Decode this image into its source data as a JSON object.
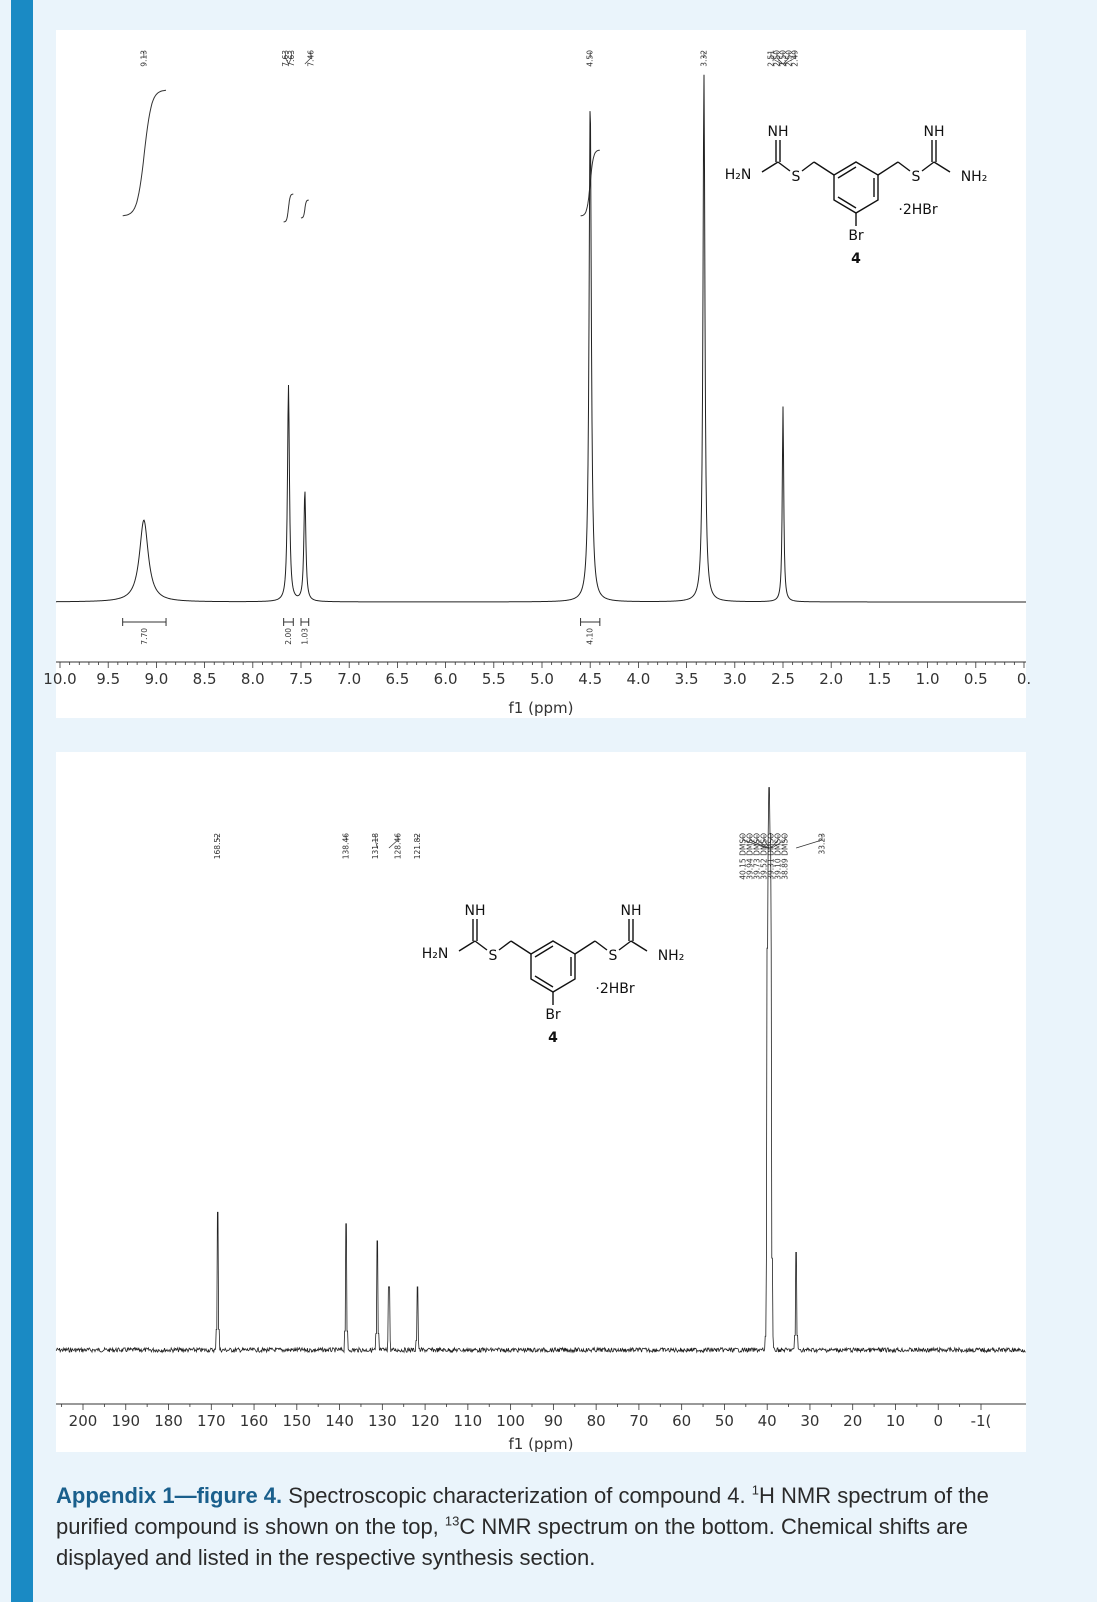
{
  "caption": {
    "lead": "Appendix 1—figure 4.",
    "part1": "Spectroscopic characterization of compound 4. ",
    "sup1": "1",
    "part2": "H NMR spectrum of the purified compound is shown on the top, ",
    "sup2": "13",
    "part3": "C NMR spectrum on the bottom. Chemical shifts are displayed and listed in the respective synthesis section."
  },
  "structure": {
    "nh_left": "NH",
    "nh_right": "NH",
    "h2n": "H₂N",
    "nh2": "NH₂",
    "s_left": "S",
    "s_right": "S",
    "br": "Br",
    "salt": "·2HBr",
    "compound": "4"
  },
  "chart_data": [
    {
      "type": "line",
      "title": "",
      "xlabel": "f1 (ppm)",
      "ylabel": "",
      "xlim": [
        10.0,
        0.0
      ],
      "x_ticks": [
        "10.0",
        "9.5",
        "9.0",
        "8.5",
        "8.0",
        "7.5",
        "7.0",
        "6.5",
        "6.0",
        "5.5",
        "5.0",
        "4.5",
        "4.0",
        "3.5",
        "3.0",
        "2.5",
        "2.0",
        "1.5",
        "1.0",
        "0.5",
        "0."
      ],
      "peak_labels": [
        "9.13",
        "7.63",
        "7.63",
        "7.46",
        "4.50",
        "3.32",
        "2.51",
        "2.50",
        "2.50",
        "2.50",
        "2.49"
      ],
      "integrals": [
        {
          "range": [
            9.35,
            8.9
          ],
          "value": "7.70"
        },
        {
          "range": [
            7.68,
            7.58
          ],
          "value": "2.00"
        },
        {
          "range": [
            7.5,
            7.42
          ],
          "value": "1.03"
        },
        {
          "range": [
            4.6,
            4.4
          ],
          "value": "4.10"
        }
      ],
      "peaks": [
        {
          "ppm": 9.13,
          "height": 0.155,
          "width": 0.055
        },
        {
          "ppm": 7.63,
          "height": 0.41,
          "width": 0.012
        },
        {
          "ppm": 7.46,
          "height": 0.21,
          "width": 0.012
        },
        {
          "ppm": 4.5,
          "height": 0.95,
          "width": 0.014
        },
        {
          "ppm": 3.32,
          "height": 1.0,
          "width": 0.012
        },
        {
          "ppm": 2.5,
          "height": 0.37,
          "width": 0.009
        }
      ]
    },
    {
      "type": "line",
      "title": "",
      "xlabel": "f1 (ppm)",
      "ylabel": "",
      "xlim": [
        205,
        -10
      ],
      "x_ticks": [
        "200",
        "190",
        "180",
        "170",
        "160",
        "150",
        "140",
        "130",
        "120",
        "110",
        "100",
        "90",
        "80",
        "70",
        "60",
        "50",
        "40",
        "30",
        "20",
        "10",
        "0",
        "-1("
      ],
      "peak_labels": [
        "168.52",
        "138.46",
        "131.18",
        "128.46",
        "121.82",
        "40.15 DMSO",
        "39.94 DMSO",
        "39.73 DMSO",
        "39.52 DMSO",
        "39.31 DMSO",
        "39.10 DMSO",
        "38.89 DMSO",
        "33.23"
      ],
      "peaks": [
        {
          "ppm": 168.52,
          "height": 0.24
        },
        {
          "ppm": 138.46,
          "height": 0.22
        },
        {
          "ppm": 131.18,
          "height": 0.19
        },
        {
          "ppm": 128.46,
          "height": 0.11
        },
        {
          "ppm": 121.82,
          "height": 0.11
        },
        {
          "ppm": 40.15,
          "height": 0.16
        },
        {
          "ppm": 39.94,
          "height": 0.7
        },
        {
          "ppm": 39.73,
          "height": 0.9
        },
        {
          "ppm": 39.52,
          "height": 0.98
        },
        {
          "ppm": 39.31,
          "height": 0.9
        },
        {
          "ppm": 39.1,
          "height": 0.7
        },
        {
          "ppm": 38.89,
          "height": 0.16
        },
        {
          "ppm": 33.23,
          "height": 0.17
        }
      ]
    }
  ]
}
